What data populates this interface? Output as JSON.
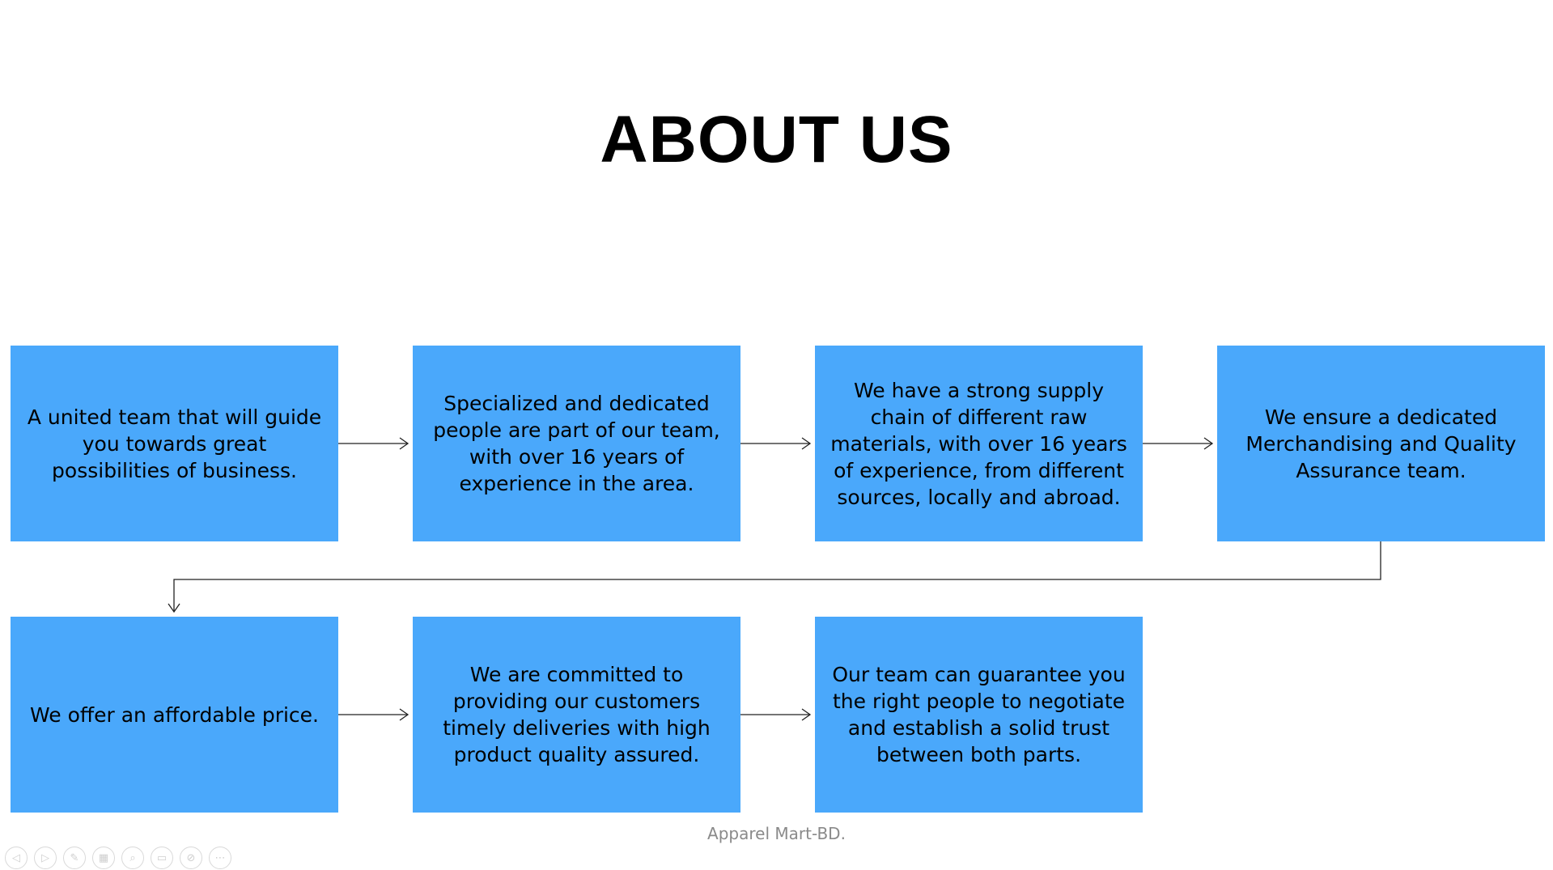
{
  "slide": {
    "title": "ABOUT US",
    "boxes": [
      {
        "text": "A united team that will guide you towards great possibilities of business."
      },
      {
        "text": "Specialized and dedicated people are part of our team, with over 16 years of experience in the area."
      },
      {
        "text": "We have a strong supply chain of different raw materials, with over 16 years of experience, from different sources, locally and abroad."
      },
      {
        "text": "We ensure a dedicated Merchandising and Quality Assurance team."
      },
      {
        "text": "We offer an affordable price."
      },
      {
        "text": "We are committed to providing our customers timely deliveries with high product quality assured."
      },
      {
        "text": "Our team can guarantee you the right people to negotiate and establish a solid trust between both parts."
      }
    ],
    "footer": "Apparel Mart-BD.",
    "box_color": "#4aa8fb"
  },
  "presentation_controls": {
    "icons": [
      "previous-icon",
      "next-icon",
      "pen-icon",
      "slides-grid-icon",
      "zoom-icon",
      "subtitles-icon",
      "camera-off-icon",
      "more-options-icon"
    ],
    "glyphs": [
      "◁",
      "▷",
      "✎",
      "▦",
      "⌕",
      "▭",
      "⊘",
      "⋯"
    ]
  }
}
